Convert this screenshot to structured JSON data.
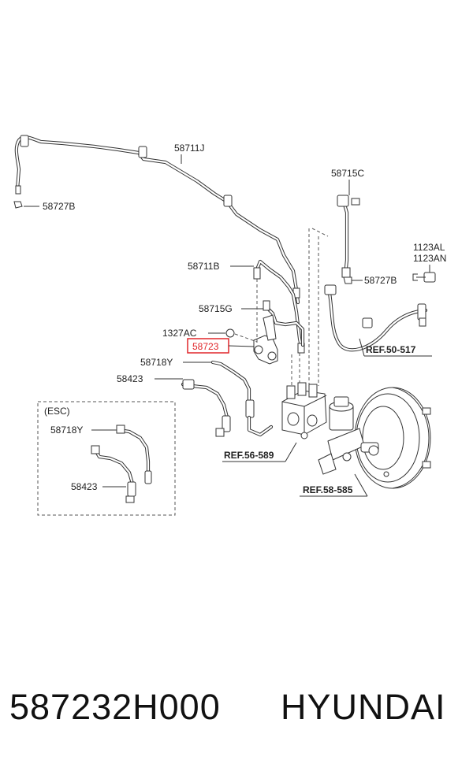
{
  "diagram": {
    "labels": {
      "p58711J": "58711J",
      "p58727B_left": "58727B",
      "p58715C": "58715C",
      "p1123AL": "1123AL",
      "p1123AN": "1123AN",
      "p58711B": "58711B",
      "p58727B_right": "58727B",
      "p58715G": "58715G",
      "p1327AC": "1327AC",
      "p58723": "58723",
      "p58718Y": "58718Y",
      "p58423": "58423",
      "esc": "(ESC)",
      "esc_58718Y": "58718Y",
      "esc_58423": "58423",
      "ref50": "REF.50-517",
      "ref56": "REF.56-589",
      "ref58": "REF.58-585"
    },
    "highlight_color": "#e0262a"
  },
  "footer": {
    "part_number": "587232H000",
    "brand": "HYUNDAI"
  }
}
